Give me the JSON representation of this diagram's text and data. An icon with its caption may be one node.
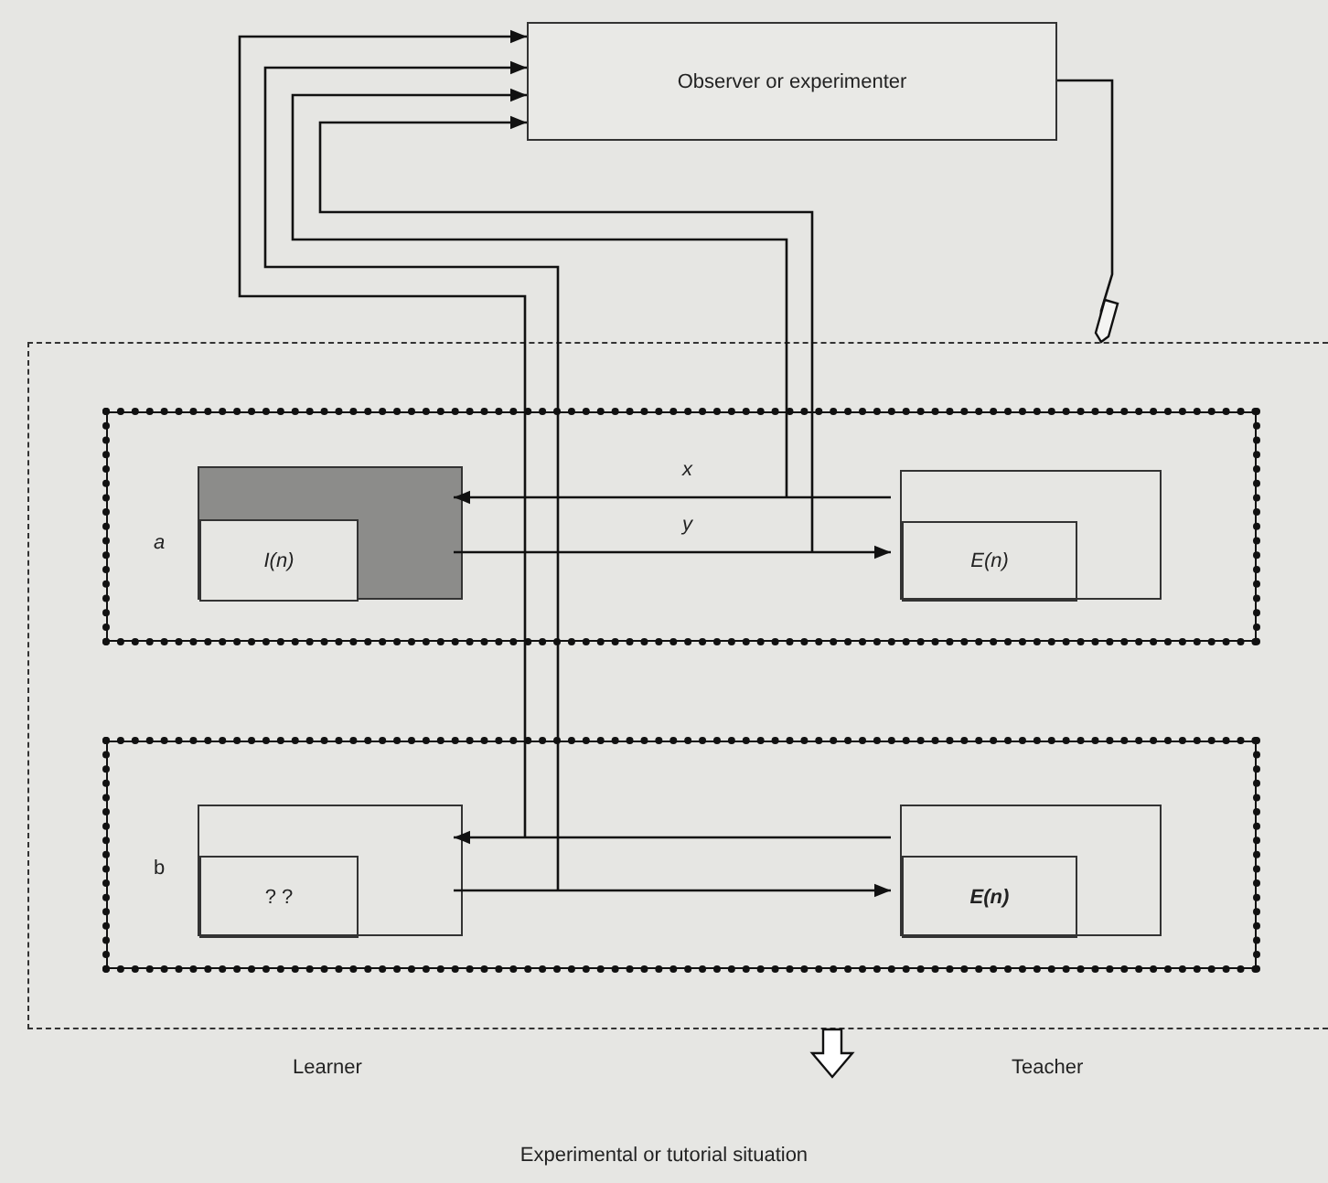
{
  "diagram": {
    "caption": "Experimental or tutorial situation",
    "nodes": [
      {
        "text": [
          "Observer or experimenter"
        ]
      },
      {
        "text": [],
        "shape": "box"
      },
      {
        "text": [
          "a"
        ],
        "in": 1
      },
      {
        "text": [],
        "shape": "box",
        "in": 2
      },
      {
        "text": [
          "I(n)"
        ],
        "in": 3
      },
      {
        "text": [],
        "shape": "box",
        "in": 2
      },
      {
        "text": [
          "E(n)"
        ],
        "in": 5
      },
      {
        "text": [
          "b"
        ],
        "in": 1
      },
      {
        "text": [],
        "shape": "box",
        "in": 7
      },
      {
        "text": [
          "? ?"
        ],
        "in": 8
      },
      {
        "text": [],
        "shape": "box",
        "in": 7
      },
      {
        "text": [
          "E(n)"
        ],
        "in": 10
      }
    ],
    "edges": [
      {
        "from": 5,
        "to": 3,
        "label": "x",
        "arrow": "to"
      },
      {
        "from": 3,
        "to": 6,
        "label": "y",
        "arrow": "to"
      },
      {
        "from": 10,
        "to": 8,
        "arrow": "to"
      },
      {
        "from": 8,
        "to": 11,
        "arrow": "to"
      },
      {
        "from": null,
        "to": 0,
        "arrow": "to"
      },
      {
        "from": null,
        "to": 0,
        "arrow": "to"
      },
      {
        "from": null,
        "to": 0,
        "arrow": "to"
      },
      {
        "from": null,
        "to": 0,
        "arrow": "to"
      },
      {
        "from": 0,
        "to": 1,
        "arrow": "other"
      }
    ],
    "labels": [
      "Learner",
      "Teacher"
    ]
  }
}
